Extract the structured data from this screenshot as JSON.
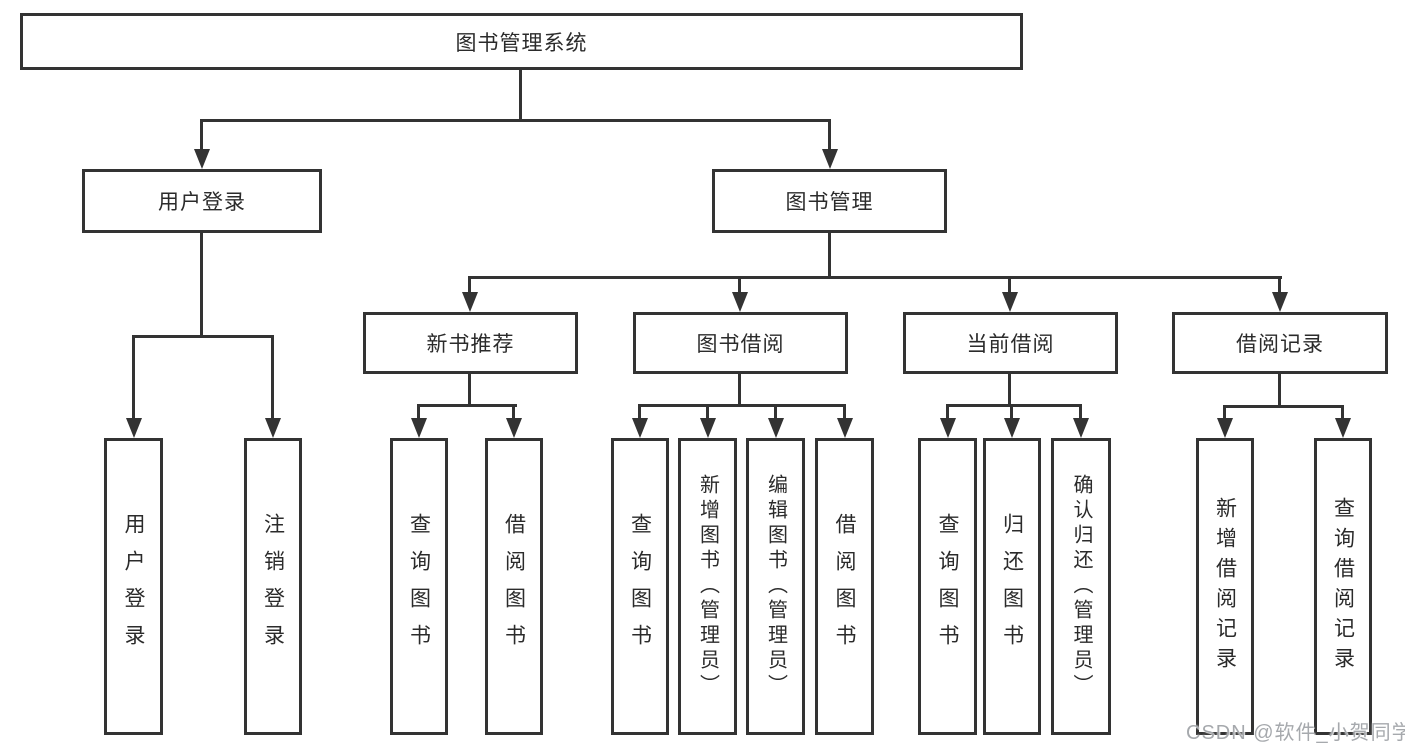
{
  "diagram": {
    "root": {
      "label": "图书管理系统"
    },
    "branches": [
      {
        "label": "用户登录",
        "children": [
          {
            "label": "用户登录"
          },
          {
            "label": "注销登录"
          }
        ]
      },
      {
        "label": "图书管理",
        "children": [
          {
            "label": "新书推荐",
            "children": [
              {
                "label": "查询图书"
              },
              {
                "label": "借阅图书"
              }
            ]
          },
          {
            "label": "图书借阅",
            "children": [
              {
                "label": "查询图书"
              },
              {
                "label": "新增图书（管理员）"
              },
              {
                "label": "编辑图书（管理员）"
              },
              {
                "label": "借阅图书"
              }
            ]
          },
          {
            "label": "当前借阅",
            "children": [
              {
                "label": "查询图书"
              },
              {
                "label": "归还图书"
              },
              {
                "label": "确认归还（管理员）"
              }
            ]
          },
          {
            "label": "借阅记录",
            "children": [
              {
                "label": "新增借阅记录"
              },
              {
                "label": "查询借阅记录"
              }
            ]
          }
        ]
      }
    ],
    "watermark": "CSDN @软件_小贺同学",
    "colors": {
      "line": "#333333",
      "text": "#2b2b2b",
      "watermark": "#a6a9ad",
      "background": "#ffffff"
    }
  }
}
